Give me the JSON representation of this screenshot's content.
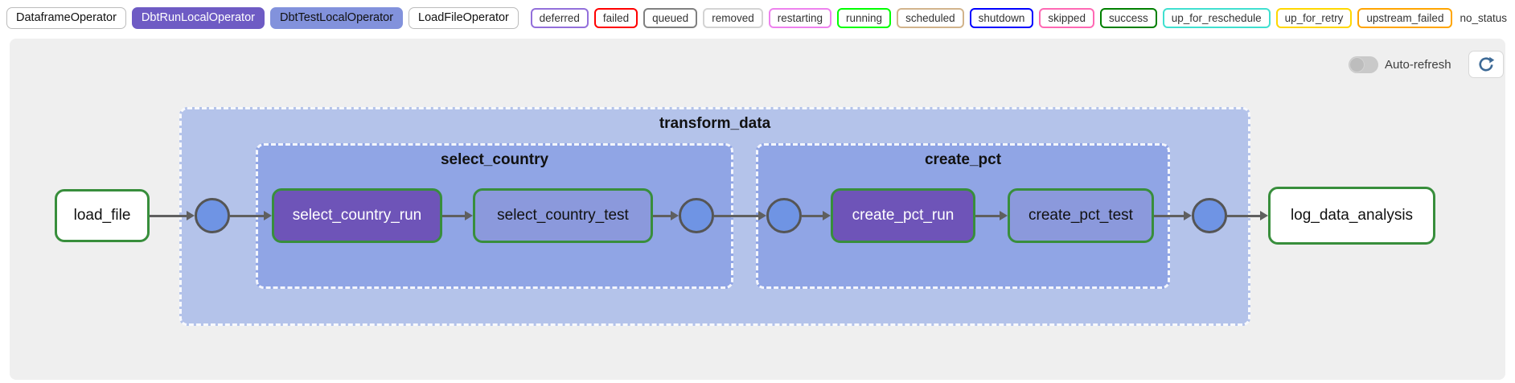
{
  "operator_legend": [
    {
      "label": "DataframeOperator",
      "bg": "#ffffff",
      "text": "#111111",
      "border": "#bbbbbb"
    },
    {
      "label": "DbtRunLocalOperator",
      "bg": "#6e5bc4",
      "text": "#ffffff",
      "border": "#6e5bc4"
    },
    {
      "label": "DbtTestLocalOperator",
      "bg": "#8292dc",
      "text": "#111111",
      "border": "#8292dc"
    },
    {
      "label": "LoadFileOperator",
      "bg": "#ffffff",
      "text": "#111111",
      "border": "#bbbbbb"
    }
  ],
  "status_legend": [
    {
      "label": "deferred",
      "color": "mediumpurple"
    },
    {
      "label": "failed",
      "color": "red"
    },
    {
      "label": "queued",
      "color": "gray"
    },
    {
      "label": "removed",
      "color": "lightgrey"
    },
    {
      "label": "restarting",
      "color": "violet"
    },
    {
      "label": "running",
      "color": "lime"
    },
    {
      "label": "scheduled",
      "color": "tan"
    },
    {
      "label": "shutdown",
      "color": "blue"
    },
    {
      "label": "skipped",
      "color": "hotpink"
    },
    {
      "label": "success",
      "color": "green"
    },
    {
      "label": "up_for_reschedule",
      "color": "turquoise"
    },
    {
      "label": "up_for_retry",
      "color": "gold"
    },
    {
      "label": "upstream_failed",
      "color": "orange"
    },
    {
      "label": "no_status",
      "color": "transparent"
    }
  ],
  "controls": {
    "auto_refresh_label": "Auto-refresh",
    "auto_refresh_on": false
  },
  "graph": {
    "groups": {
      "transform_data": {
        "label": "transform_data",
        "bg": "#b4c3ea"
      },
      "select_country": {
        "label": "select_country",
        "bg": "#90a5e5"
      },
      "create_pct": {
        "label": "create_pct",
        "bg": "#90a5e5"
      }
    },
    "tasks": {
      "load_file": {
        "label": "load_file",
        "bg": "#ffffff",
        "text": "#111111"
      },
      "select_country_run": {
        "label": "select_country_run",
        "bg": "#6e54b8",
        "text": "#ffffff"
      },
      "select_country_test": {
        "label": "select_country_test",
        "bg": "#8b99dc",
        "text": "#111111"
      },
      "create_pct_run": {
        "label": "create_pct_run",
        "bg": "#6e54b8",
        "text": "#ffffff"
      },
      "create_pct_test": {
        "label": "create_pct_test",
        "bg": "#8b99dc",
        "text": "#111111"
      },
      "log_data_analysis": {
        "label": "log_data_analysis",
        "bg": "#ffffff",
        "text": "#111111"
      }
    },
    "colors": {
      "task_border": "#388e3c",
      "junction_fill": "#6f94e4",
      "junction_border": "#555555",
      "edge": "#5f5f5f",
      "canvas_bg": "#efefef",
      "refresh_icon": "#3d6a96"
    }
  }
}
